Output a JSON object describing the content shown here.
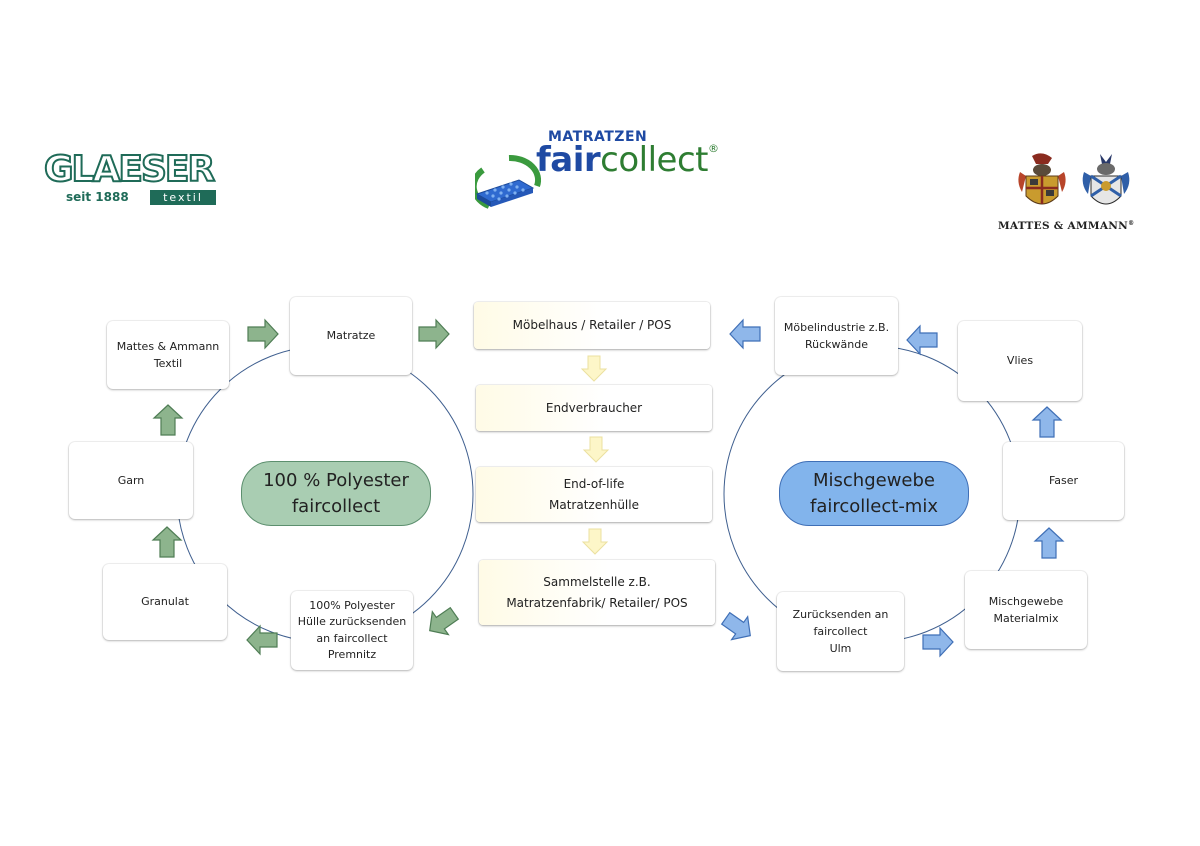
{
  "logos": {
    "glaeser": {
      "name": "GLAESER",
      "since": "seit 1888",
      "sub": "textil"
    },
    "faircollect": {
      "top": "MATRATZEN",
      "fair": "fair",
      "collect": "collect",
      "reg": "®"
    },
    "mattes": {
      "name": "MATTES & AMMANN",
      "reg": "®"
    }
  },
  "center_chain": [
    [
      "Möbelhaus / Retailer / POS"
    ],
    [
      "Endverbraucher"
    ],
    [
      "End-of-life",
      "Matratzenhülle"
    ],
    [
      "Sammelstelle z.B.",
      "Matratzenfabrik/ Retailer/ POS"
    ]
  ],
  "left_cycle": {
    "center": [
      "100 % Polyester",
      "faircollect"
    ],
    "nodes": {
      "matratze": [
        "Matratze"
      ],
      "mattes": [
        "Mattes & Ammann",
        "Textil"
      ],
      "garn": [
        "Garn"
      ],
      "granulat": [
        "Granulat"
      ],
      "return": [
        "100% Polyester",
        "Hülle zurücksenden",
        "an faircollect",
        "Premnitz"
      ]
    }
  },
  "right_cycle": {
    "center": [
      "Mischgewebe",
      "faircollect-mix"
    ],
    "nodes": {
      "moebelindustrie": [
        "Möbelindustrie z.B.",
        "Rückwände"
      ],
      "vlies": [
        "Vlies"
      ],
      "faser": [
        "Faser"
      ],
      "mischgewebe": [
        "Mischgewebe",
        "Materialmix"
      ],
      "return": [
        "Zurücksenden an",
        "faircollect",
        "Ulm"
      ]
    }
  },
  "colors": {
    "green_arrow": "#8db48d",
    "green_arrow_stroke": "#4f7d55",
    "blue_arrow": "#8fb7ea",
    "blue_arrow_stroke": "#3f6fb6",
    "yellow_arrow": "#fdf6c8",
    "yellow_arrow_stroke": "#ebe0a0",
    "green_pill": "#a9cdb2",
    "green_pill_border": "#5c8f6e",
    "blue_pill": "#82b4ec",
    "blue_pill_border": "#3f6fb6",
    "circle_line": "#3f5f8f",
    "glaeser_green": "#1f6b58",
    "fc_blue": "#1f4aa3",
    "fc_green": "#2e7d32"
  },
  "icons": {
    "mattress": "mattress-icon",
    "recycle": "recycle-arrow-icon",
    "crest_left": "coat-of-arms-icon",
    "crest_right": "coat-of-arms-icon"
  }
}
